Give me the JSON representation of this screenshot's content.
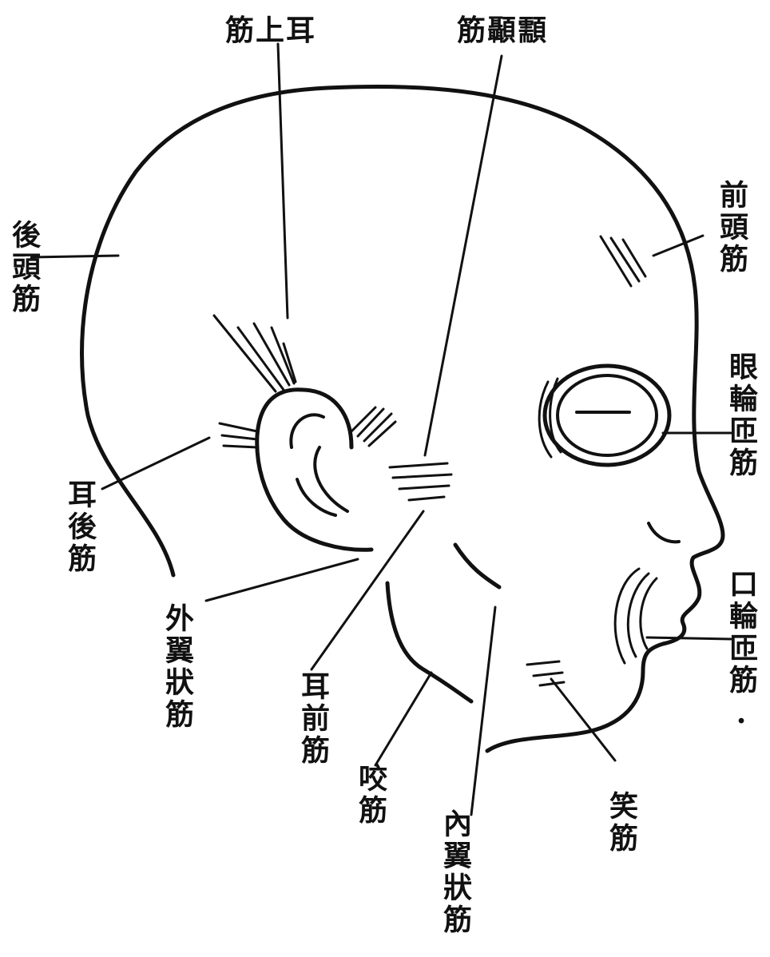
{
  "labels": {
    "auricularis_superior": "筋上耳",
    "temporalis": "筋顳顬",
    "frontalis": "前頭筋",
    "occipitalis": "後頭筋",
    "orbicularis_oculi": "眼輪匝筋",
    "auricularis_posterior": "耳後筋",
    "pterygoid_lateral": "外翼狀筋",
    "auricularis_anterior": "耳前筋",
    "masseter": "咬筋",
    "pterygoid_medial": "內翼狀筋",
    "risorius": "笑筋",
    "orbicularis_oris": "口輪匝筋."
  }
}
